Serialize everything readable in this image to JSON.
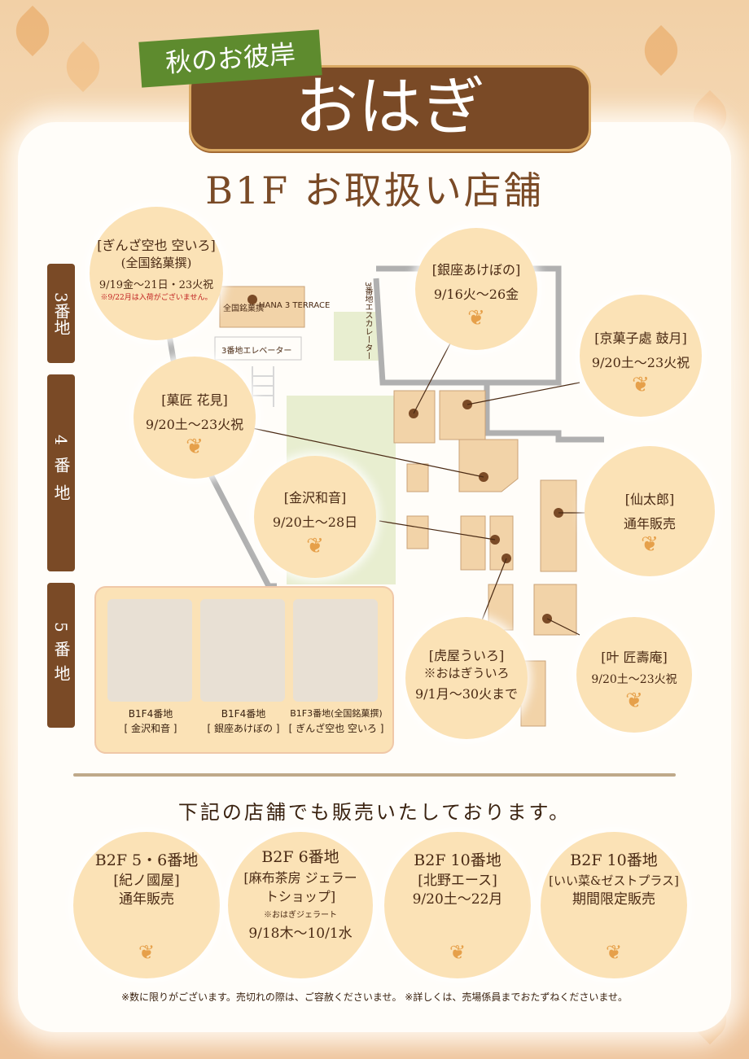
{
  "header": {
    "ribbon": "秋のお彼岸",
    "title": "おはぎ",
    "heading": "B1F お取扱い店舗"
  },
  "sidebar": [
    {
      "label": "3番地"
    },
    {
      "label": "4番地"
    },
    {
      "label": "5番地"
    }
  ],
  "map_labels": {
    "brand_1": "全国銘菓撰",
    "brand_2": "HANA 3 TERRACE",
    "elevator": "3番地エレベーター",
    "escalator": "3番地エスカレーター"
  },
  "shops_b1": [
    {
      "name": "[ぎんざ空也 空いろ]",
      "sub": "(全国銘菓撰)",
      "date": "9/19金〜21日・23火祝",
      "note": "※9/22月は入荷がございません。"
    },
    {
      "name": "[銀座あけぼの]",
      "date": "9/16火〜26金"
    },
    {
      "name": "[京菓子處 鼓月]",
      "date": "9/20土〜23火祝"
    },
    {
      "name": "[菓匠 花見]",
      "date": "9/20土〜23火祝"
    },
    {
      "name": "[金沢和音]",
      "date": "9/20土〜28日"
    },
    {
      "name": "[仙太郎]",
      "date": "通年販売"
    },
    {
      "name": "[虎屋ういろ]",
      "sub": "※おはぎういろ",
      "date": "9/1月〜30火まで"
    },
    {
      "name": "[叶 匠壽庵]",
      "date": "9/20土〜23火祝"
    }
  ],
  "photos": [
    {
      "location": "B1F4番地",
      "shop": "[ 金沢和音 ]"
    },
    {
      "location": "B1F4番地",
      "shop": "[ 銀座あけぼの ]"
    },
    {
      "location": "B1F3番地(全国銘菓撰)",
      "shop": "[ ぎんざ空也 空いろ ]"
    }
  ],
  "notice": "下記の店舗でも販売いたしております。",
  "other_shops": [
    {
      "floor": "B2F 5・6番地",
      "name": "[紀ノ國屋]",
      "date": "通年販売"
    },
    {
      "floor": "B2F 6番地",
      "name": "[麻布茶房 ジェラートショップ]",
      "sub": "※おはぎジェラート",
      "date": "9/18木〜10/1水"
    },
    {
      "floor": "B2F 10番地",
      "name": "[北野エース]",
      "date": "9/20土〜22月"
    },
    {
      "floor": "B2F 10番地",
      "name": "[いい菜&ゼストプラス]",
      "date": "期間限定販売"
    }
  ],
  "footnote": "※数に限りがございます。売切れの際は、ご容赦くださいませ。 ※詳しくは、売場係員までおたずねくださいませ。",
  "colors": {
    "brown": "#7a4a26",
    "green": "#5e8b2e",
    "circle": "#fbe2b6"
  }
}
